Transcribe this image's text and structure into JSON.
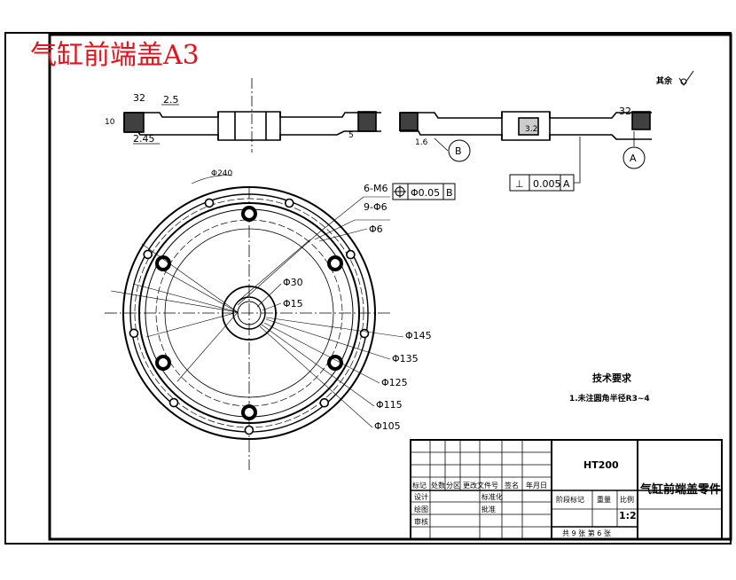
{
  "title": "气缸前端盖A3",
  "surface_note": "其余",
  "section_view": {
    "left_dims": [
      "32",
      "10",
      "2.5",
      "2.45",
      "5"
    ],
    "right_dims": [
      "1.6",
      "32",
      "3.2"
    ],
    "datum_b": "B",
    "datum_a": "A"
  },
  "perpendicularity": {
    "symbol": "⊥",
    "value": "0.005",
    "datum": "A"
  },
  "hole_callouts": {
    "thread": "6-M6",
    "position_tolerance": "Φ0.05",
    "position_datum": "B",
    "holes": "9-Φ6",
    "single_hole": "Φ6"
  },
  "plan_view": {
    "arc_dim": "Φ240",
    "d30": "Φ30",
    "d15": "Φ15",
    "d145": "Φ145",
    "d135": "Φ135",
    "d125": "Φ125",
    "d115": "Φ115",
    "d105": "Φ105"
  },
  "tech_requirements": {
    "heading": "技术要求",
    "note": "1.未注圆角半径R3~4"
  },
  "title_block": {
    "material": "HT200",
    "part_name": "气缸前端盖零件",
    "scale": "1:2",
    "headers": [
      "标记",
      "处数",
      "分区",
      "更改文件号",
      "签名",
      "年月日"
    ],
    "row_design": "设计",
    "row_standard": "标准化",
    "row_drawing": "绘图",
    "row_review": "审核",
    "row_approve": "批准",
    "stage_label": "阶段标记",
    "weight_label": "重量",
    "scale_label": "比例",
    "sheets": "共 9 张  第 6 张"
  }
}
